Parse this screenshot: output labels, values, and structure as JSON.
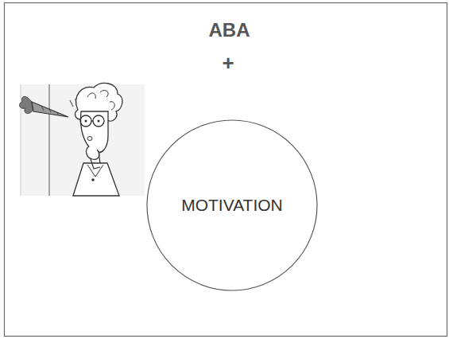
{
  "diagram": {
    "title": "ABA",
    "nodes": [
      {
        "text": [
          "MOTIVATION"
        ]
      }
    ],
    "labels": [
      "+"
    ]
  }
}
